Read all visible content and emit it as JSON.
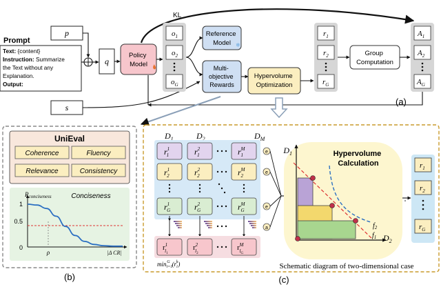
{
  "top": {
    "kl_label": "KL",
    "prompt": {
      "title": "Prompt",
      "line1_key": "Text:",
      "line1_val": " {content}",
      "line2_key": "Instruction:",
      "line2_val": " Summarize",
      "line3": "the Text without any",
      "line4": "Explanation.",
      "line5_key": "Output:"
    },
    "p_label": "p",
    "q_label": "q",
    "s_label": "s",
    "policy_line1": "Policy",
    "policy_line2": "Model",
    "ref_line1": "Reference",
    "ref_line2": "Model",
    "mor_line1": "Multi-",
    "mor_line2": "objective",
    "mor_line3": "Rewards",
    "hv_line1": "Hypervolume",
    "hv_line2": "Optimization",
    "group_line1": "Group",
    "group_line2": "Computation",
    "o": [
      "o",
      "1",
      "o",
      "2",
      "o",
      "G"
    ],
    "r": [
      "r",
      "1",
      "r",
      "2",
      "r",
      "G"
    ],
    "a": [
      "A",
      "1",
      "A",
      "2",
      "A",
      "G"
    ],
    "label_a": "(a)"
  },
  "unieval": {
    "title": "UniEval",
    "metrics": [
      "Coherence",
      "Fluency",
      "Relevance",
      "Consistency"
    ],
    "chart_title": "Conciseness",
    "y_label": "R",
    "y_label_sub": "conciseness",
    "ticks_y": [
      "1",
      "0.5",
      "0"
    ],
    "tick_x_rho": "ρ",
    "tick_x_cr": "|Δ CR|",
    "label": "(b)"
  },
  "chart_data": {
    "type": "line",
    "title": "Conciseness",
    "ylabel": "R_conciseness",
    "xlabel": "|Δ CR|",
    "yticks": [
      0,
      0.5,
      1
    ],
    "x": [
      0,
      0.1,
      0.2,
      0.3,
      0.4,
      0.5,
      0.6,
      0.7,
      0.8,
      0.9,
      1.0
    ],
    "series": [
      {
        "values": [
          1.0,
          0.98,
          0.9,
          0.72,
          0.48,
          0.27,
          0.13,
          0.06,
          0.03,
          0.02,
          0.02
        ]
      }
    ],
    "reference_line": 0.5,
    "ylim": [
      0,
      1.1
    ]
  },
  "matrix": {
    "col_headers": [
      "D",
      "1",
      "D",
      "2",
      "D",
      "M"
    ],
    "rows": [
      {
        "cells": [
          [
            "r",
            "1",
            "1"
          ],
          [
            "r",
            "1",
            "2"
          ],
          [
            "r",
            "1",
            "M"
          ]
        ]
      },
      {
        "cells": [
          [
            "r",
            "2",
            "1"
          ],
          [
            "r",
            "2",
            "2"
          ],
          [
            "r",
            "2",
            "M"
          ]
        ]
      },
      {
        "cells": [
          [
            "r",
            "G",
            "1"
          ],
          [
            "r",
            "G",
            "2"
          ],
          [
            "r",
            "G",
            "M"
          ]
        ]
      }
    ],
    "bottom": [
      [
        "r",
        "l",
        "1",
        "1"
      ],
      [
        "r",
        "l",
        "2",
        "2"
      ],
      [
        "r",
        "l",
        "G",
        "M"
      ]
    ],
    "min_formula": "min",
    "min_sub": "i=1",
    "min_sup": "G",
    "min_arg": "(r",
    "min_arg_sub": "i",
    "min_arg_sup": "k",
    "min_tail": ")",
    "badge": "e",
    "badge_alt": "a"
  },
  "hv": {
    "title_line1": "Hypervolume",
    "title_line2": "Calculation",
    "axis_d1": "D",
    "axis_d1_sub": "1",
    "axis_d2": "D",
    "axis_d2_sub": "2",
    "f1": "f",
    "f1_sub": "1",
    "f2": "f",
    "f2_sub": "2",
    "caption": "Schematic diagram of  two-dimensional case",
    "outputs": [
      [
        "r",
        "1"
      ],
      [
        "r",
        "2"
      ],
      [
        "r",
        "G"
      ]
    ],
    "label": "(c)"
  }
}
